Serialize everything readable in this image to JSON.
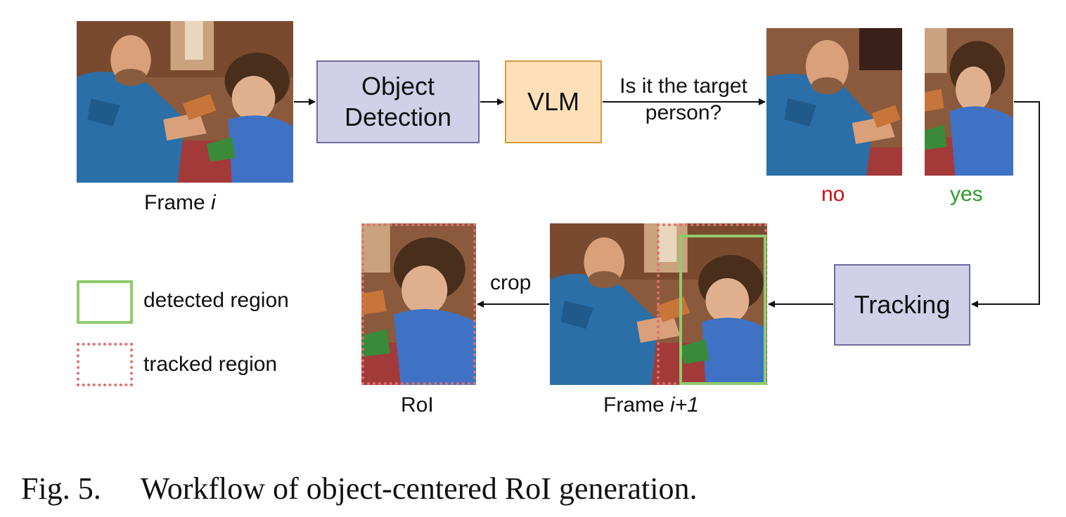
{
  "nodes": {
    "object_detection": [
      "Object",
      "Detection"
    ],
    "vlm": "VLM",
    "tracking": "Tracking"
  },
  "labels": {
    "frame_i": {
      "text": "Frame ",
      "var": "i"
    },
    "frame_i1": {
      "text": "Frame ",
      "var": "i+1"
    },
    "question": [
      "Is it the target",
      "person?"
    ],
    "no": "no",
    "yes": "yes",
    "crop": "crop",
    "roi": "RoI"
  },
  "legend": {
    "detected": "detected region",
    "tracked": "tracked region"
  },
  "caption": {
    "prefix": "Fig. 5.",
    "text": "Workflow of object-centered RoI generation."
  },
  "colors": {
    "no": "#cc1111",
    "yes": "#2a9a2a",
    "detected_box": "#8fcc6c",
    "tracked_box": "#e07070",
    "node_purple": "#d2d0e8",
    "node_orange": "#fde0b8"
  }
}
